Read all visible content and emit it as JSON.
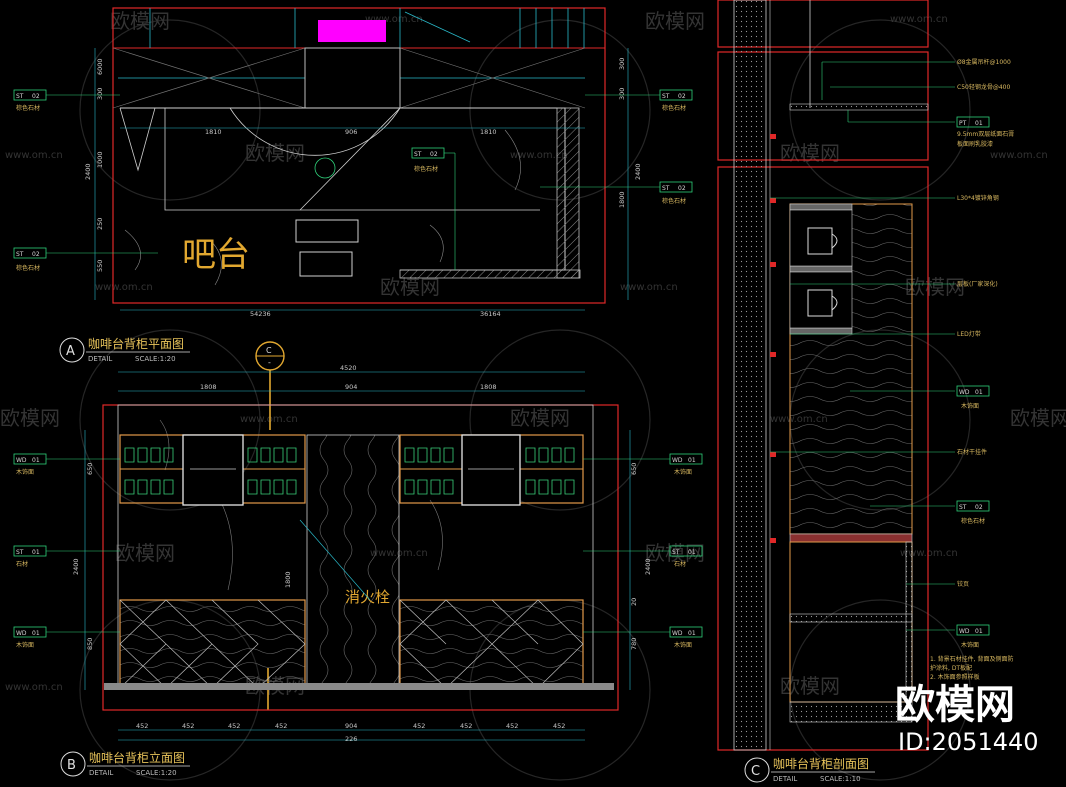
{
  "drawing_a": {
    "label": "A",
    "title": "咖啡台背柜平面图",
    "detail": "DETAIL",
    "scale": "SCALE:1:20",
    "room_name": "吧台",
    "dims_top": [
      "1810",
      "906",
      "1810"
    ],
    "dims_bottom": [
      "54236",
      "36164"
    ],
    "dims_left": [
      "6000",
      "300",
      "2400",
      "1000",
      "250",
      "550"
    ],
    "dims_right": [
      "300",
      "300",
      "2400",
      "1800"
    ],
    "tags": [
      {
        "code": "ST",
        "num": "02",
        "desc": "棕色石材"
      },
      {
        "code": "ST",
        "num": "02",
        "desc": "棕色石材"
      },
      {
        "code": "ST",
        "num": "02",
        "desc": "棕色石材"
      },
      {
        "code": "ST",
        "num": "02",
        "desc": "棕色石材"
      },
      {
        "code": "ST",
        "num": "02",
        "desc": "棕色石材"
      }
    ]
  },
  "drawing_b": {
    "label": "B",
    "title": "咖啡台背柜立面图",
    "detail": "DETAIL",
    "scale": "SCALE:1:20",
    "marker_top": "C",
    "marker_bottom": "-",
    "center_label": "消火栓",
    "dim_total": "4520",
    "dims_top": [
      "1808",
      "904",
      "1808"
    ],
    "dims_bottom": [
      "452",
      "452",
      "452",
      "452",
      "904",
      "452",
      "452",
      "452",
      "452"
    ],
    "dim_total_bottom": "226",
    "dims_left": [
      "650",
      "2400",
      "1800",
      "850"
    ],
    "dims_right": [
      "650",
      "2400",
      "20",
      "780"
    ],
    "tags": [
      {
        "code": "WD",
        "num": "01",
        "desc": "木饰面"
      },
      {
        "code": "ST",
        "num": "01",
        "desc": "石材"
      },
      {
        "code": "WD",
        "num": "01",
        "desc": "木饰面"
      },
      {
        "code": "WD",
        "num": "01",
        "desc": "木饰面"
      },
      {
        "code": "ST",
        "num": "01",
        "desc": "石材"
      },
      {
        "code": "WD",
        "num": "01",
        "desc": "木饰面"
      }
    ]
  },
  "drawing_c": {
    "label": "C",
    "title": "咖啡台背柜剖面图",
    "detail": "DETAIL",
    "scale": "SCALE:1:10",
    "notes": [
      "Ø8金属吊杆@1000",
      "C50轻钢龙骨@400",
      "9.5mm双层纸面石膏",
      "板面刷乳胶漆",
      "L30*4镀锌角钢",
      "层板(厂家深化)",
      "LED灯带",
      "石材干挂件",
      "铰页",
      "1. 背景石材挂件, 背面及侧面防",
      "   护涂料, DT板配",
      "2. 木饰面参照样板"
    ],
    "tags": [
      {
        "code": "PT",
        "num": "01",
        "desc": ""
      },
      {
        "code": "WD",
        "num": "01",
        "desc": "木饰面"
      },
      {
        "code": "ST",
        "num": "02",
        "desc": "棕色石材"
      },
      {
        "code": "WD",
        "num": "01",
        "desc": "木饰面"
      }
    ]
  },
  "watermark": {
    "brand": "欧模网",
    "site": "www.om.cn",
    "site_short": "www.om.cn",
    "id": "ID:2051440"
  },
  "colors": {
    "frame_red": "#e02828",
    "gold": "#e2a830",
    "magenta": "#ff00ff",
    "cyan": "#29b8c8",
    "green": "#2fd07a"
  }
}
